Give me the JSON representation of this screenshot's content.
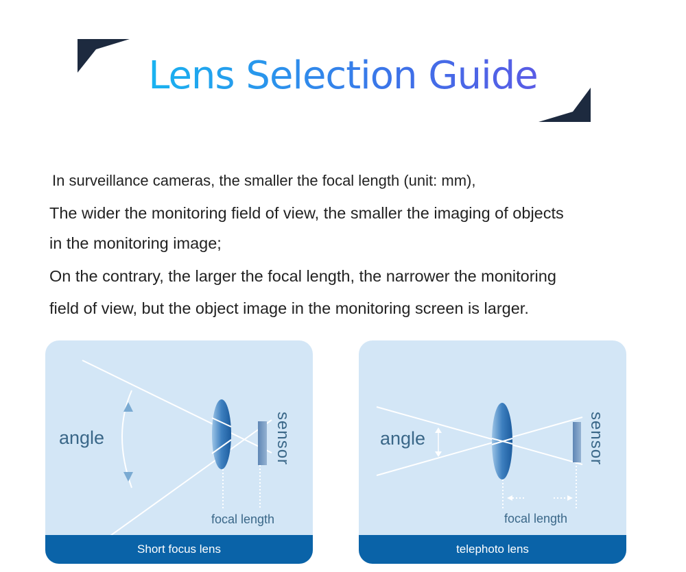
{
  "title": "Lens Selection Guide",
  "intro": [
    "In surveillance cameras, the smaller the focal length (unit: mm),",
    "The wider the monitoring field of view, the smaller the imaging of objects",
    "in the monitoring image;",
    "On the contrary, the larger the focal length, the narrower the monitoring",
    "field of view, but the object image in the monitoring screen is larger."
  ],
  "panels": [
    {
      "angle_label": "angle",
      "sensor_label": "sensor",
      "focal_label": "focal length",
      "caption": "Short focus lens"
    },
    {
      "angle_label": "angle",
      "sensor_label": "sensor",
      "focal_label": "focal length",
      "caption": "telephoto lens"
    }
  ],
  "colors": {
    "title_gradient_start": "#17b6f0",
    "title_gradient_end": "#6a4fe3",
    "panel_bg": "#d3e6f6",
    "caption_bar": "#0a63a8",
    "label_text": "#3a6788",
    "corner_bracket": "#1d2a3f"
  }
}
